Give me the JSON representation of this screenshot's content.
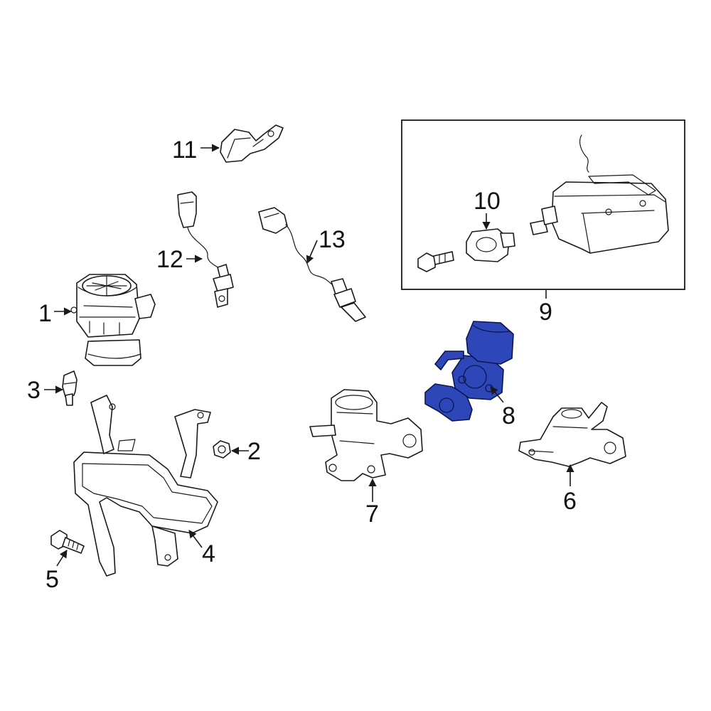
{
  "diagram": {
    "callouts": [
      {
        "id": "1",
        "label": "1"
      },
      {
        "id": "2",
        "label": "2"
      },
      {
        "id": "3",
        "label": "3"
      },
      {
        "id": "4",
        "label": "4"
      },
      {
        "id": "5",
        "label": "5"
      },
      {
        "id": "6",
        "label": "6"
      },
      {
        "id": "7",
        "label": "7"
      },
      {
        "id": "8",
        "label": "8",
        "highlighted": true
      },
      {
        "id": "9",
        "label": "9"
      },
      {
        "id": "10",
        "label": "10"
      },
      {
        "id": "11",
        "label": "11"
      },
      {
        "id": "12",
        "label": "12"
      },
      {
        "id": "13",
        "label": "13"
      }
    ],
    "highlight_color": "#2e47b8",
    "line_color": "#1a1a1a",
    "background": "#ffffff"
  }
}
